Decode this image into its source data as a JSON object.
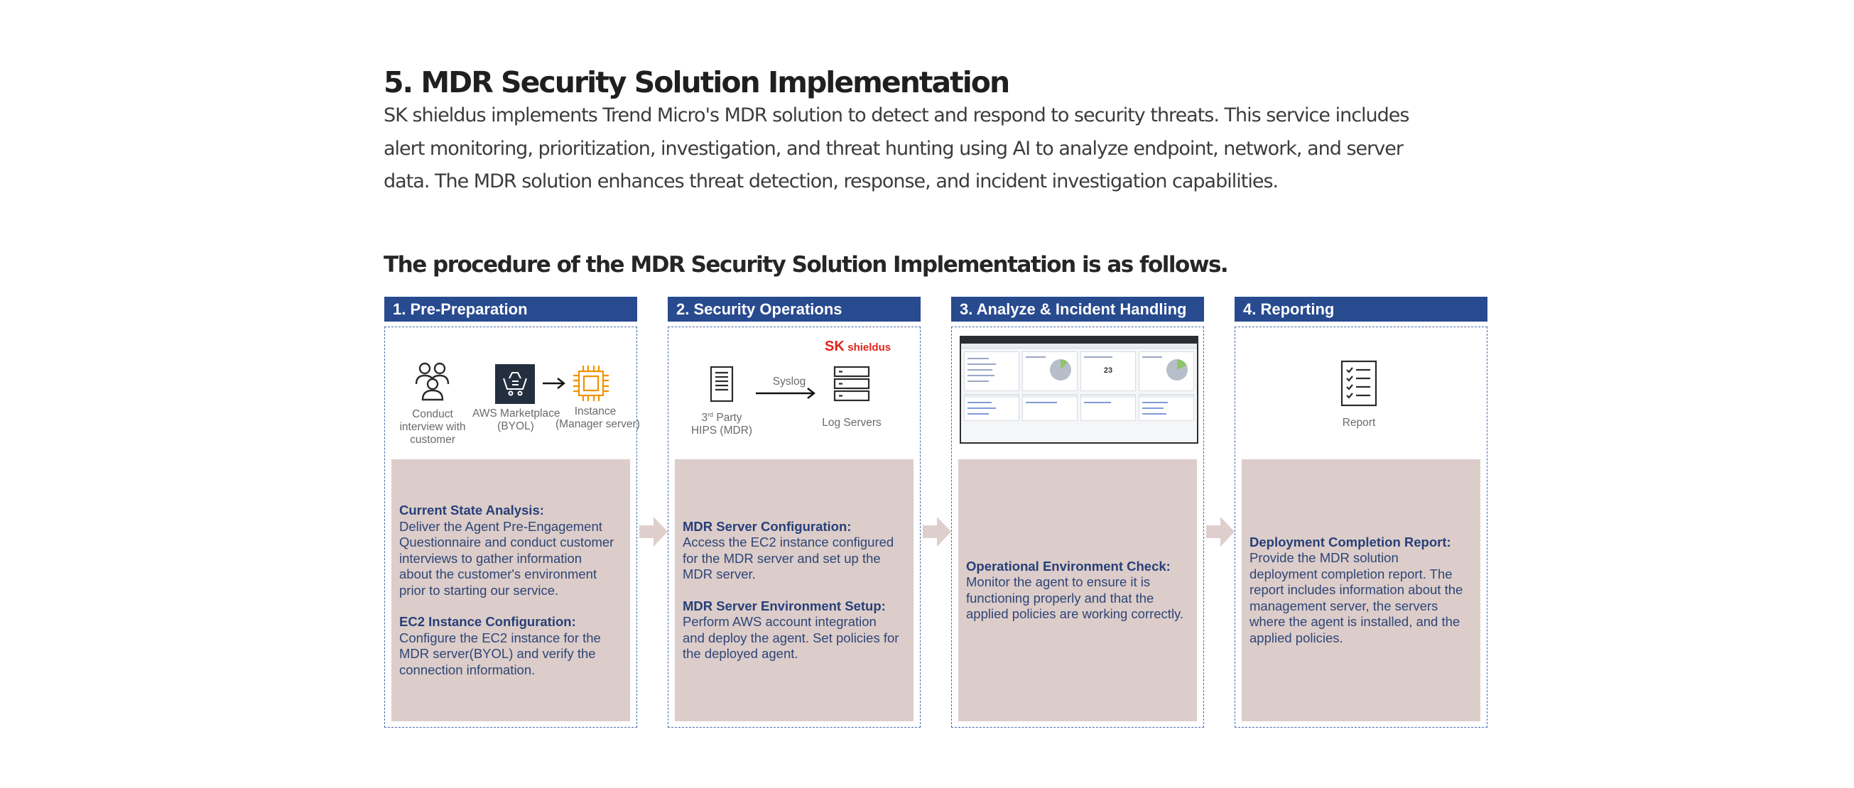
{
  "section_title": "5. MDR Security Solution Implementation",
  "intro_lines": [
    "SK shieldus implements Trend Micro's MDR solution to detect and respond to security threats. This service includes",
    "alert monitoring, prioritization, investigation, and threat hunting using AI to analyze endpoint, network, and server",
    "data. The MDR solution enhances threat detection, response, and incident investigation capabilities."
  ],
  "subtitle": "The procedure of the MDR Security Solution Implementation is as follows.",
  "colors": {
    "header_blue": "#284a8f",
    "desc_bg": "#dccdca",
    "desc_text": "#2f4576",
    "arrow": "#dfcfcc",
    "aws_orange": "#f29100",
    "sk_red": "#e2231a"
  },
  "stages": [
    {
      "title": "1. Pre-Preparation",
      "icons": [
        {
          "icon": "users-icon",
          "caption": [
            "Conduct",
            "interview with",
            "customer"
          ]
        },
        {
          "icon": "aws-marketplace-icon",
          "caption": [
            "AWS Marketplace",
            "(BYOL)"
          ]
        },
        {
          "icon": "cpu-chip-icon",
          "caption": [
            "Instance",
            "(Manager server)"
          ]
        }
      ],
      "desc": [
        {
          "heading": "Current State Analysis:",
          "lines": [
            "Deliver the Agent Pre-Engagement",
            "Questionnaire and conduct customer",
            "interviews to gather information",
            "about the customer's environment",
            "prior to starting our service."
          ]
        },
        {
          "heading": "EC2 Instance Configuration:",
          "lines": [
            "Configure the EC2 instance for the",
            "MDR server(BYOL) and verify the",
            "connection information."
          ]
        }
      ]
    },
    {
      "title": "2. Security Operations",
      "icons": [
        {
          "icon": "server-icon",
          "caption_sup": "rd",
          "caption": [
            "3 Party",
            "HIPS (MDR)"
          ]
        },
        {
          "icon": "arrow-right-icon",
          "caption": [
            "Syslog"
          ]
        },
        {
          "icon": "log-servers-icon",
          "caption": [
            "Log Servers"
          ]
        }
      ],
      "logo": {
        "a": "SK",
        "b": "shieldus"
      },
      "desc": [
        {
          "heading": "MDR Server Configuration:",
          "lines": [
            "Access the EC2 instance configured",
            "for the MDR server and set up the",
            "MDR server."
          ]
        },
        {
          "heading": "MDR Server Environment Setup:",
          "lines": [
            "Perform AWS account integration",
            "and deploy the agent. Set policies for",
            "the deployed agent."
          ]
        }
      ]
    },
    {
      "title": "3. Analyze & Incident Handling",
      "screenshot": {
        "icon": "dashboard-screenshot-icon",
        "number": "23"
      },
      "desc": [
        {
          "heading": "Operational Environment Check:",
          "lines": [
            "Monitor the agent to ensure it is",
            "functioning properly and that the",
            "applied policies are working correctly."
          ]
        }
      ]
    },
    {
      "title": "4. Reporting",
      "icons": [
        {
          "icon": "report-checklist-icon",
          "caption": [
            "Report"
          ]
        }
      ],
      "desc": [
        {
          "heading": "Deployment Completion Report:",
          "lines": [
            "Provide the MDR solution",
            "deployment completion report. The",
            "report includes information about the",
            "management server, the servers",
            "where the agent is installed, and the",
            "applied policies."
          ]
        }
      ]
    }
  ]
}
